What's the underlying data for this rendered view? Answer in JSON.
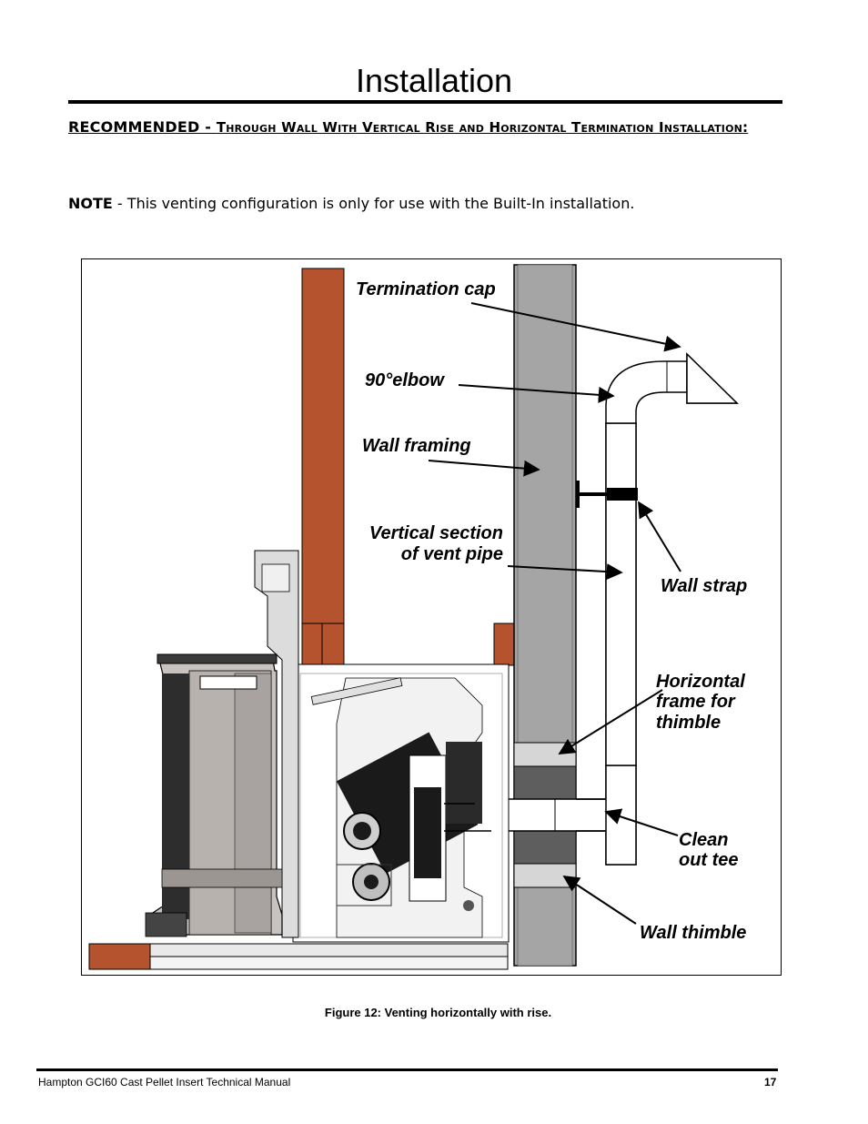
{
  "page": {
    "title": "Installation",
    "heading_part1": "RECOMMENDED - ",
    "heading_part2": "Through Wall With Vertical Rise and Horizontal Termination Installation:",
    "note_label": "NOTE",
    "note_text": " - This venting configuration is only for use with the Built-In installation.",
    "caption": "Figure 12: Venting horizontally with rise.",
    "footer_left": "Hampton GCI60 Cast Pellet Insert Technical Manual",
    "page_number": "17"
  },
  "figure": {
    "labels": {
      "termination_cap": "Termination cap",
      "elbow": "90°elbow",
      "wall_framing": "Wall framing",
      "vertical_line1": "Vertical section",
      "vertical_line2": "of vent pipe",
      "wall_strap": "Wall strap",
      "horizontal_line1": "Horizontal",
      "horizontal_line2": "frame for",
      "horizontal_line3": "thimble",
      "clean_line1": "Clean",
      "clean_line2": "out tee",
      "wall_thimble": "Wall thimble"
    },
    "colors": {
      "brick": "#b5532e",
      "wall": "#a3a3a3",
      "stove": "#c9c3c0",
      "dark": "#3a3a3a"
    }
  }
}
